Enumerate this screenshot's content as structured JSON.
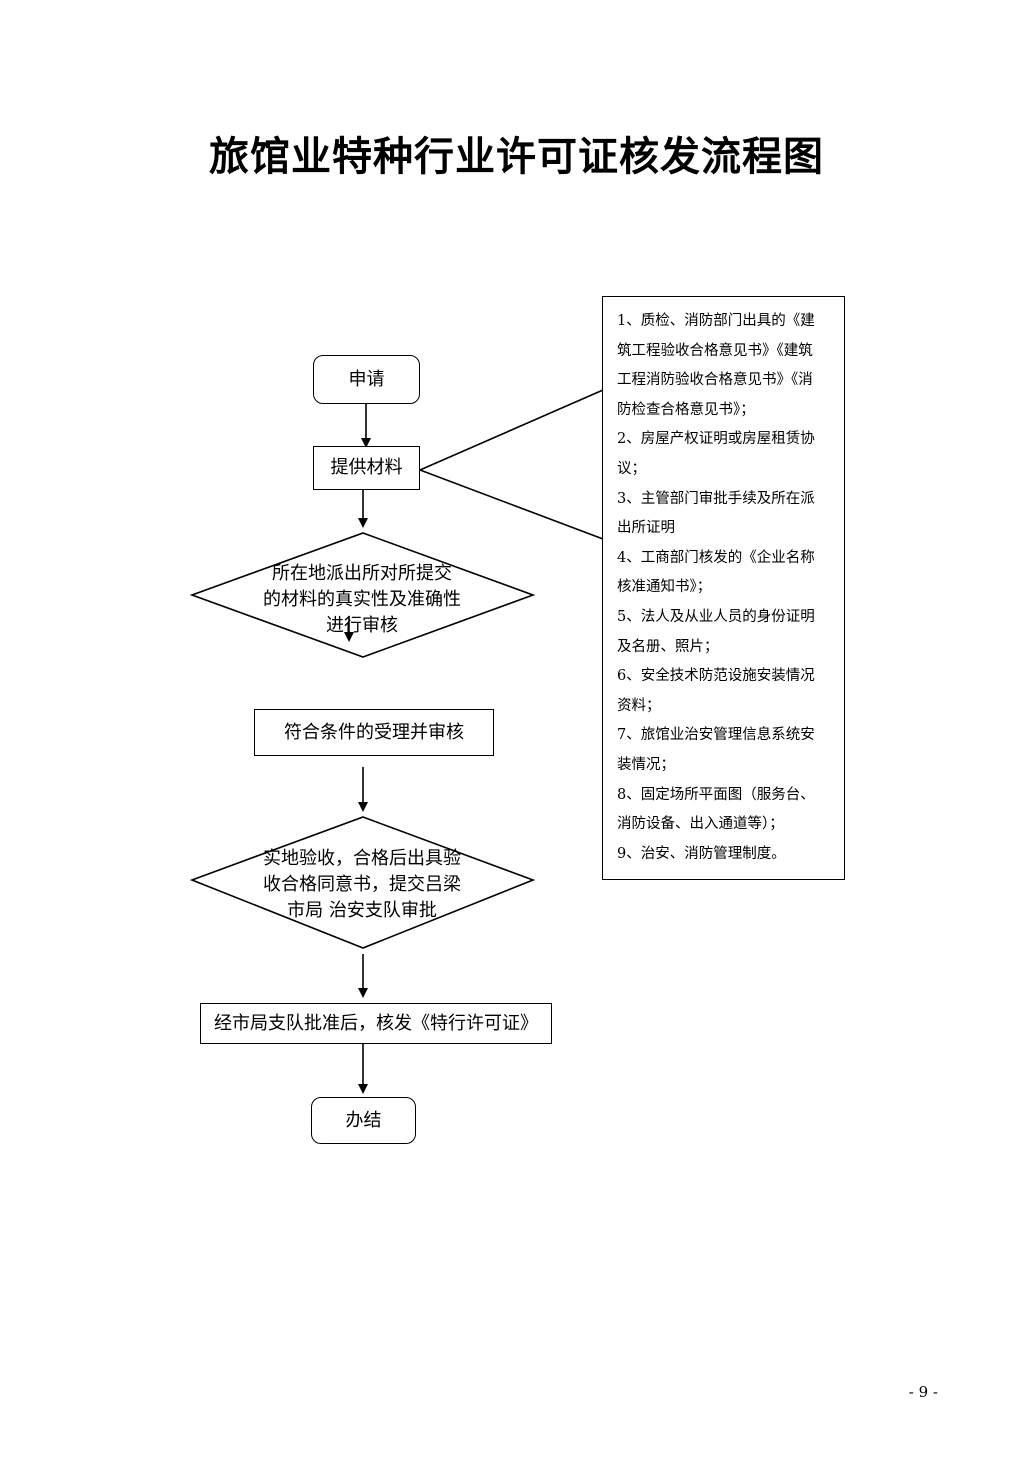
{
  "title": "旅馆业特种行业许可证核发流程图",
  "flow": {
    "apply": "申请",
    "provide_materials": "提供材料",
    "review_diamond": [
      "所在地派出所对所提交",
      "的材料的真实性及准确性",
      "进行审核"
    ],
    "accept_review": "符合条件的受理并审核",
    "inspect_diamond": [
      "实地验收，合格后出具验",
      "收合格同意书，提交吕梁",
      "市局  治安支队审批"
    ],
    "approve_issue": "经市局支队批准后，核发《特行许可证》",
    "done": "办结"
  },
  "requirements": [
    "1、质检、消防部门出具的《建",
    "筑工程验收合格意见书》《建筑",
    "工程消防验收合格意见书》《消",
    "防检查合格意见书》；",
    "2、房屋产权证明或房屋租赁协",
    "议；",
    "3、主管部门审批手续及所在派",
    "出所证明",
    "4、工商部门核发的《企业名称",
    "核准通知书》；",
    "5、法人及从业人员的身份证明",
    "及名册、照片；",
    "6、安全技术防范设施安装情况",
    "资料；",
    "7、旅馆业治安管理信息系统安",
    "装情况；",
    "8、固定场所平面图（服务台、",
    "消防设备、出入通道等）；",
    "9、治安、消防管理制度。"
  ],
  "page_number": "- 9 -"
}
